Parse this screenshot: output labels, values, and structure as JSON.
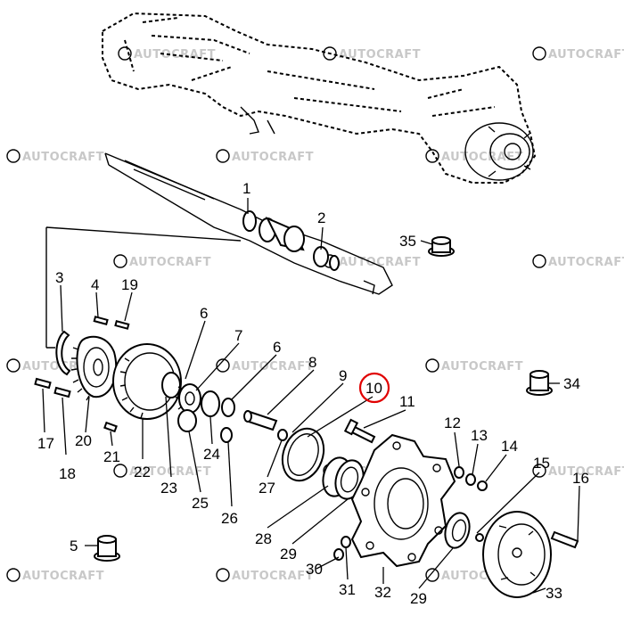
{
  "watermark": "AUTOCRAFT",
  "highlight_color": "#e00000",
  "part_labels": {
    "p1": "1",
    "p2": "2",
    "p3": "3",
    "p4": "4",
    "p5": "5",
    "p6a": "6",
    "p6b": "6",
    "p7": "7",
    "p8": "8",
    "p9": "9",
    "p10": "10",
    "p11": "11",
    "p12": "12",
    "p13": "13",
    "p14": "14",
    "p15": "15",
    "p16": "16",
    "p17": "17",
    "p18": "18",
    "p19": "19",
    "p20": "20",
    "p21": "21",
    "p22": "22",
    "p23": "23",
    "p24": "24",
    "p25": "25",
    "p26": "26",
    "p27": "27",
    "p28": "28",
    "p29a": "29",
    "p29b": "29",
    "p30": "30",
    "p31": "31",
    "p32": "32",
    "p33": "33",
    "p34": "34",
    "p35": "35"
  },
  "highlighted_part": "10"
}
